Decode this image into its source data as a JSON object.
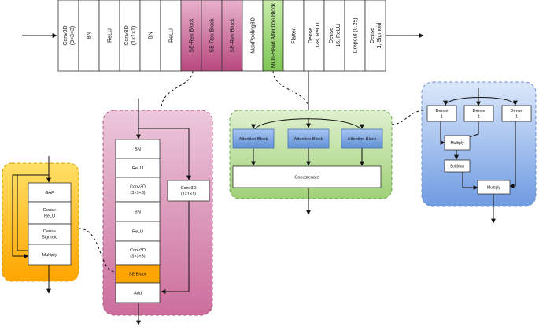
{
  "pipeline": [
    {
      "lines": [
        "Conv3D",
        "(3×3×3)"
      ]
    },
    {
      "lines": [
        "BN"
      ]
    },
    {
      "lines": [
        "ReLU"
      ]
    },
    {
      "lines": [
        "Conv3D",
        "(1×1×1)"
      ]
    },
    {
      "lines": [
        "BN"
      ]
    },
    {
      "lines": [
        "ReLU"
      ]
    },
    {
      "lines": [
        "SE-Res Block"
      ],
      "style": "se"
    },
    {
      "lines": [
        "SE-Res Block"
      ],
      "style": "se"
    },
    {
      "lines": [
        "SE-Res Block"
      ],
      "style": "se"
    },
    {
      "lines": [
        "MaxPooling3D"
      ]
    },
    {
      "lines": [
        "Multi-Head Attention Block"
      ],
      "style": "mha"
    },
    {
      "lines": [
        "Flatten"
      ]
    },
    {
      "lines": [
        "Dense",
        "128, ReLU"
      ]
    },
    {
      "lines": [
        "Dense",
        "16, ReLU"
      ]
    },
    {
      "lines": [
        "Dropout (0.25)"
      ]
    },
    {
      "lines": [
        "Dense",
        "1, Sigmoid"
      ]
    }
  ],
  "se_block": {
    "items": [
      {
        "lines": [
          "GAP"
        ]
      },
      {
        "lines": [
          "Dense",
          "ReLU"
        ]
      },
      {
        "lines": [
          "Dense",
          "Sigmoid"
        ]
      },
      {
        "lines": [
          "Multiply"
        ]
      }
    ]
  },
  "se_res_block": {
    "main": [
      {
        "lines": [
          "BN"
        ]
      },
      {
        "lines": [
          "ReLU"
        ]
      },
      {
        "lines": [
          "Conv3D",
          "(3×3×3)"
        ]
      },
      {
        "lines": [
          "BN"
        ]
      },
      {
        "lines": [
          "ReLU"
        ]
      },
      {
        "lines": [
          "Conv3D",
          "(3×3×3)"
        ]
      },
      {
        "lines": [
          "SE Block"
        ],
        "style": "se_block"
      },
      {
        "lines": [
          "Add"
        ]
      }
    ],
    "shortcut": {
      "lines": [
        "Conv3D",
        "(1×1×1)"
      ]
    }
  },
  "multi_head_attention": {
    "heads": [
      "Attention Block",
      "Attention Block",
      "Attention Block"
    ],
    "concat": "Concatenate"
  },
  "attention_block": {
    "dense": [
      {
        "lines": [
          "Dense",
          "1"
        ]
      },
      {
        "lines": [
          "Dense",
          "1"
        ]
      },
      {
        "lines": [
          "Dense",
          "1"
        ]
      }
    ],
    "multiply1": "Multiply",
    "softmax": "SoftMax",
    "multiply2": "Multiply"
  },
  "colors": {
    "se_block_fill": "#ffbe1e",
    "se_block_border": "#e0a000",
    "se_res_fill": "#d98cb0",
    "se_res_border": "#b05080",
    "mha_fill": "#a6d37c",
    "mha_border": "#6aa84f",
    "attn_fill": "#a4c2f4",
    "attn_border": "#6d8fd0",
    "head_fill": "#7ea6e0",
    "se_cell_fill": "#ffa500",
    "pipeline_se_fill": "#c66596",
    "pipeline_mha_fill": "#8fd06a"
  }
}
